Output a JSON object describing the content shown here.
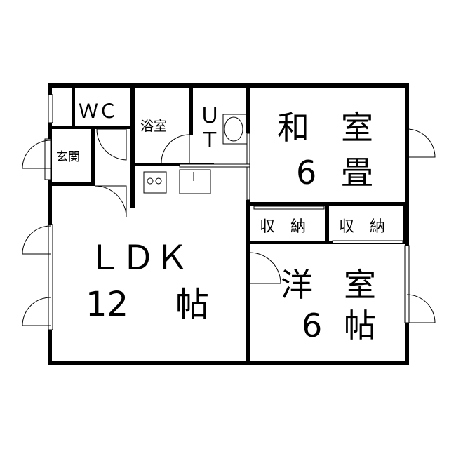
{
  "rooms": {
    "wc": "ＷＣ",
    "bath": "浴室",
    "ut_u": "Ｕ",
    "ut_t": "Ｔ",
    "entrance": "玄関",
    "washitsu_a": "和",
    "washitsu_b": "室",
    "washitsu_size": "6",
    "washitsu_unit": "畳",
    "storage_1": "収　納",
    "storage_2": "収　納",
    "ldk": "ＬＤＫ",
    "ldk_size": "12",
    "ldk_unit": "帖",
    "yoshitsu_a": "洋",
    "yoshitsu_b": "室",
    "yoshitsu_size": "6",
    "yoshitsu_unit": "帖"
  }
}
